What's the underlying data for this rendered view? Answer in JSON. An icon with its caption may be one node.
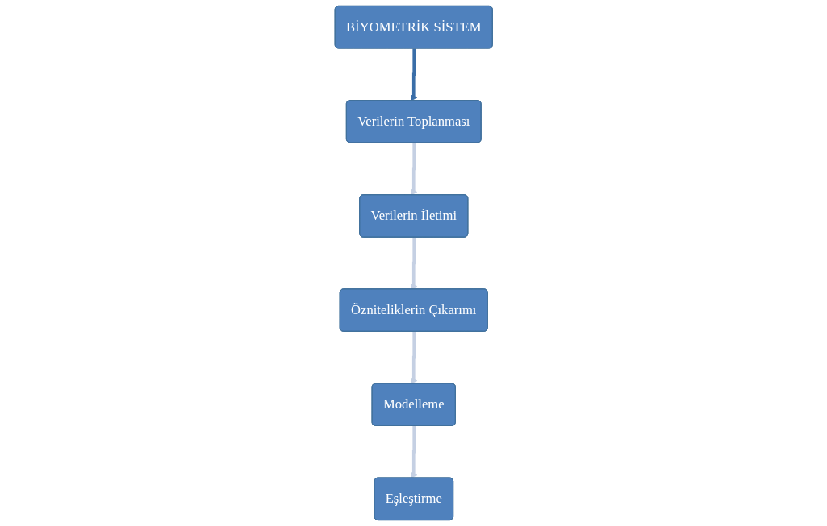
{
  "diagram": {
    "nodes": [
      {
        "text": [
          "BİYOMETRİK SİSTEM"
        ]
      },
      {
        "text": [
          "Verilerin Toplanması"
        ]
      },
      {
        "text": [
          "Verilerin İletimi"
        ]
      },
      {
        "text": [
          "Özniteliklerin Çıkarımı"
        ]
      },
      {
        "text": [
          "Modelleme"
        ]
      },
      {
        "text": [
          "Eşleştirme"
        ]
      }
    ],
    "edges": [
      {
        "from": 0,
        "to": 1,
        "arrow": "to",
        "color": "#3a6ea8"
      },
      {
        "from": 1,
        "to": 2,
        "arrow": "to"
      },
      {
        "from": 2,
        "to": 3,
        "arrow": "to"
      },
      {
        "from": 3,
        "to": 4,
        "arrow": "to"
      },
      {
        "from": 4,
        "to": 5,
        "arrow": "to"
      }
    ]
  }
}
